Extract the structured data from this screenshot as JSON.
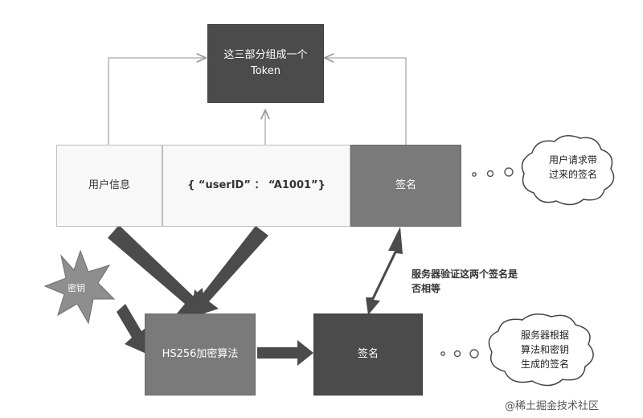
{
  "token_box": {
    "line1": "这三部分组成一个",
    "line2": "Token"
  },
  "user_info": "用户信息",
  "payload": "{ “userID” ： “A1001”}",
  "signature_top": "签名",
  "cloud_top": {
    "line1": "用户请求带",
    "line2": "过来的签名"
  },
  "verify_label": {
    "line1": "服务器验证这两个签名是",
    "line2": "否相等"
  },
  "secret": "密钥",
  "hs256": "HS256加密算法",
  "signature_bottom": "签名",
  "cloud_bottom": {
    "line1": "服务器根据",
    "line2": "算法和密钥",
    "line3": "生成的签名"
  },
  "watermark": "@稀土掘金技术社区"
}
